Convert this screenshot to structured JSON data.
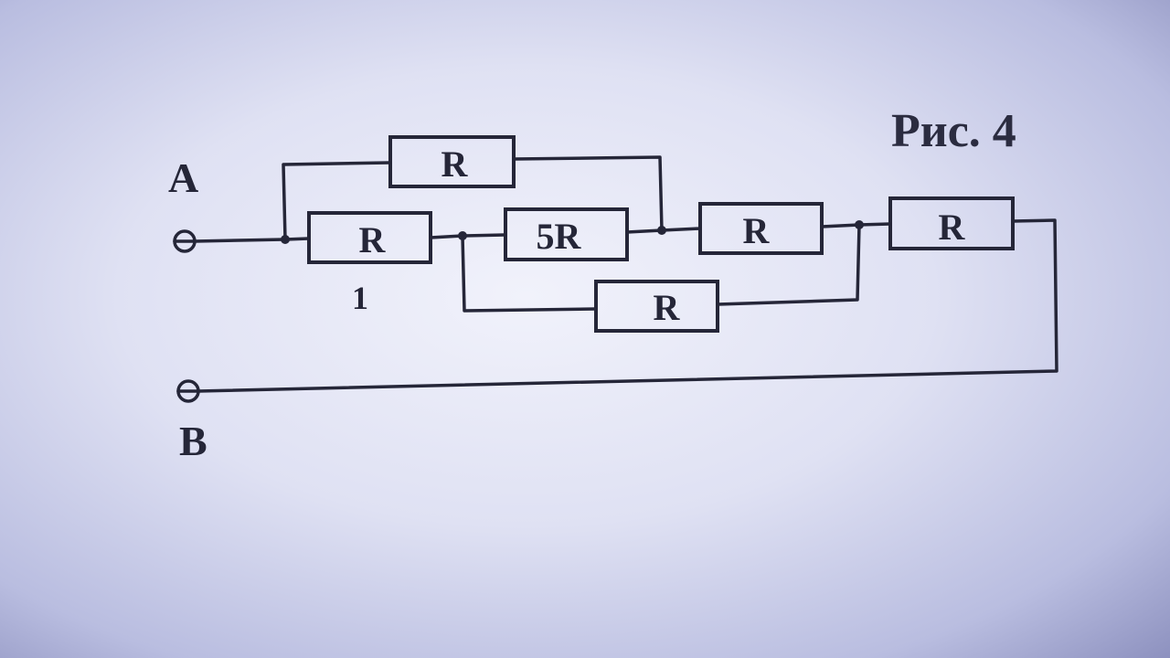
{
  "figure": {
    "caption": "Рис. 4",
    "terminal_a": "A",
    "terminal_b": "B",
    "resistor_index_label": "1"
  },
  "resistors": [
    {
      "id": "r-top",
      "label": "R"
    },
    {
      "id": "r-1",
      "label": "R"
    },
    {
      "id": "r-5r",
      "label": "5R"
    },
    {
      "id": "r-mid",
      "label": "R"
    },
    {
      "id": "r-right",
      "label": "R"
    },
    {
      "id": "r-bottom",
      "label": "R"
    }
  ]
}
